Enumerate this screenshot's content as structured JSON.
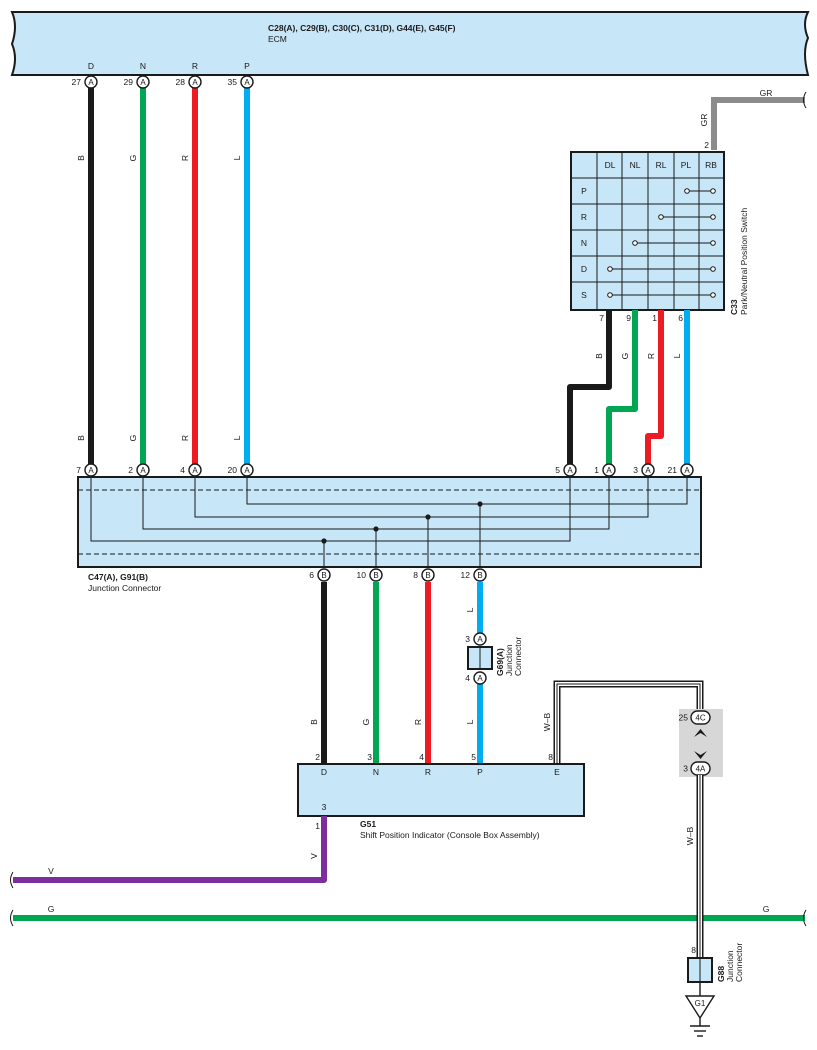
{
  "ecm": {
    "connectors": "C28(A), C29(B), C30(C), C31(D), G44(E), G45(F)",
    "name": "ECM",
    "pins": [
      {
        "terminal": "D",
        "num": "27",
        "conn": "A",
        "wire": "B"
      },
      {
        "terminal": "N",
        "num": "29",
        "conn": "A",
        "wire": "G"
      },
      {
        "terminal": "R",
        "num": "28",
        "conn": "A",
        "wire": "R"
      },
      {
        "terminal": "P",
        "num": "35",
        "conn": "A",
        "wire": "L"
      }
    ]
  },
  "switch": {
    "id": "C33",
    "name": "Park/Neutral Position Switch",
    "columns": [
      "DL",
      "NL",
      "RL",
      "PL",
      "RB"
    ],
    "rows": [
      "P",
      "R",
      "N",
      "D",
      "S"
    ],
    "gr_pin": "2",
    "gr_wire_top": "GR",
    "gr_wire_side": "GR",
    "pins": [
      {
        "num": "7",
        "wire": "B"
      },
      {
        "num": "9",
        "wire": "G"
      },
      {
        "num": "1",
        "wire": "R"
      },
      {
        "num": "6",
        "wire": "L"
      }
    ]
  },
  "jc": {
    "connectors": "C47(A), G91(B)",
    "name": "Junction Connector",
    "top_left_pins": [
      {
        "num": "7",
        "conn": "A",
        "wire": "B"
      },
      {
        "num": "2",
        "conn": "A",
        "wire": "G"
      },
      {
        "num": "4",
        "conn": "A",
        "wire": "R"
      },
      {
        "num": "20",
        "conn": "A",
        "wire": "L"
      }
    ],
    "top_right_pins": [
      {
        "num": "5",
        "conn": "A"
      },
      {
        "num": "1",
        "conn": "A"
      },
      {
        "num": "3",
        "conn": "A"
      },
      {
        "num": "21",
        "conn": "A"
      }
    ],
    "bottom_pins": [
      {
        "num": "6",
        "conn": "B",
        "wire": "B"
      },
      {
        "num": "10",
        "conn": "B",
        "wire": "G"
      },
      {
        "num": "8",
        "conn": "B",
        "wire": "R"
      },
      {
        "num": "12",
        "conn": "B",
        "wire": "L"
      }
    ]
  },
  "g69": {
    "id": "G69(A)",
    "name_line1": "Junction",
    "name_line2": "Connector",
    "pin_top": {
      "num": "3",
      "conn": "A"
    },
    "pin_bottom": {
      "num": "4",
      "conn": "A"
    },
    "wire_above": "L"
  },
  "indicator": {
    "id": "G51",
    "name": "Shift Position Indicator (Console Box Assembly)",
    "terminals": [
      {
        "label": "D",
        "num": "2"
      },
      {
        "label": "N",
        "num": "3"
      },
      {
        "label": "R",
        "num": "4"
      },
      {
        "label": "P",
        "num": "5"
      },
      {
        "label": "E",
        "num": "8"
      }
    ],
    "bottom_terminal": "3",
    "bottom_pin": "1",
    "wb_label": "W–B"
  },
  "ground_link": {
    "top_num": "25",
    "top_conn": "4C",
    "bottom_num": "3",
    "bottom_conn": "4A",
    "wire": "W–B"
  },
  "g88": {
    "id": "G88",
    "name_line1": "Junction",
    "name_line2": "Connector",
    "pin": "8",
    "ground": "G1"
  },
  "lines": {
    "v_label": "V",
    "v_label2": "V",
    "g_left": "G",
    "g_right": "G"
  },
  "colors": {
    "black": "#1a1a1a",
    "green": "#00a651",
    "red": "#ed1c24",
    "blue": "#00aeef",
    "gray": "#8c8c8c",
    "purple": "#7b2f9c",
    "box": "#c7e6f8"
  }
}
